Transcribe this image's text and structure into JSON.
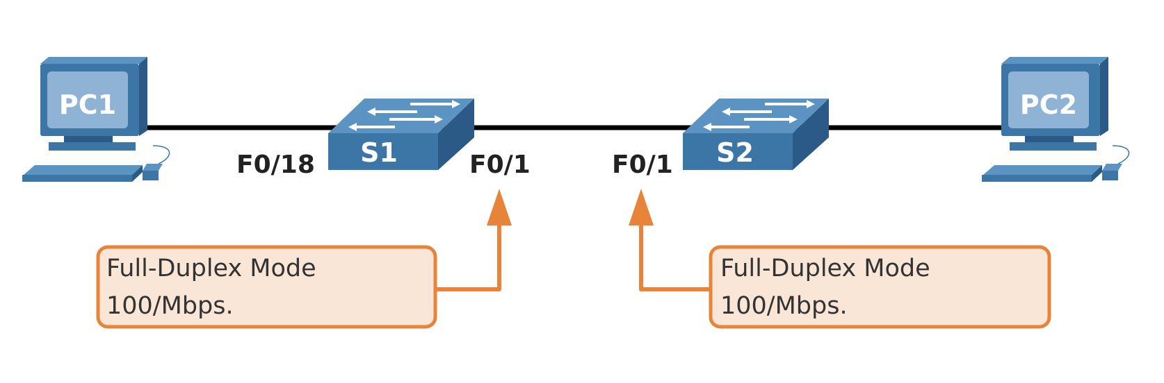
{
  "devices": {
    "pc1": {
      "label": "PC1"
    },
    "pc2": {
      "label": "PC2"
    },
    "s1": {
      "label": "S1"
    },
    "s2": {
      "label": "S2"
    }
  },
  "ports": {
    "s1_left": "F0/18",
    "s1_right": "F0/1",
    "s2_left": "F0/1"
  },
  "callouts": [
    {
      "line1": "Full-Duplex Mode",
      "line2": "100/Mbps."
    },
    {
      "line1": "Full-Duplex Mode",
      "line2": "100/Mbps."
    }
  ],
  "colors": {
    "device_blue": "#3c76a6",
    "device_dark": "#2a5a85",
    "device_light": "#5b93c2",
    "screen": "#8fb3d4",
    "link": "#000000",
    "accent_orange": "#e8833a",
    "callout_fill": "#f9e6d6"
  }
}
